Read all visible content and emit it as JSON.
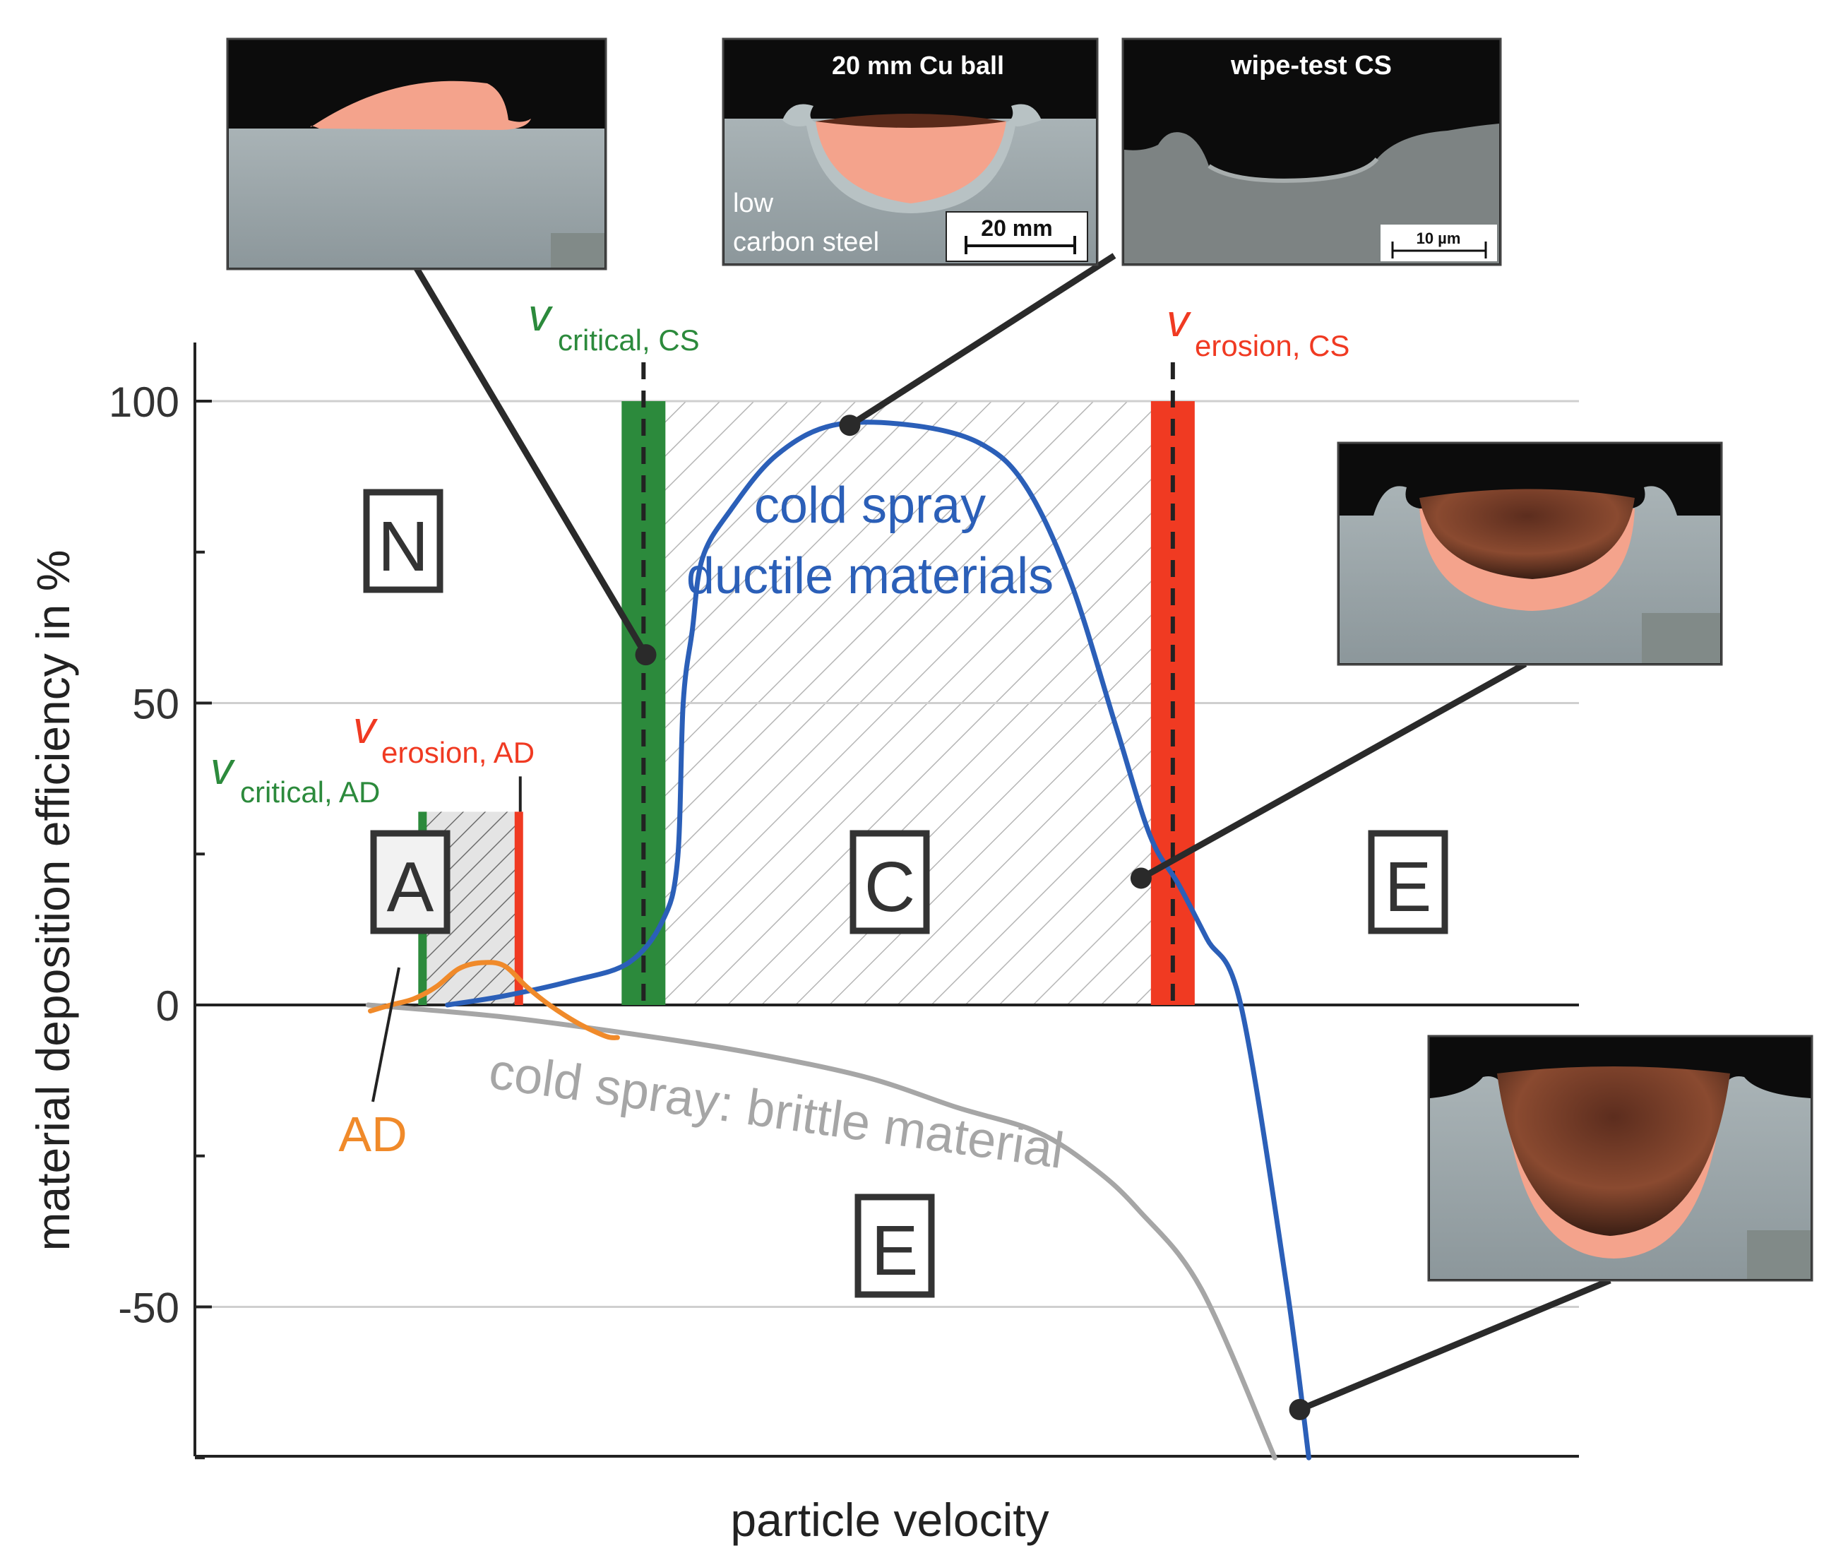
{
  "chart_data": {
    "type": "line",
    "xlabel": "particle velocity",
    "ylabel": "material deposition efficiency in %",
    "xlim": [
      0,
      1000
    ],
    "ylim": [
      -75,
      110
    ],
    "yticks": [
      100,
      50,
      0,
      -50
    ],
    "ytick_labels": [
      "100",
      "50",
      "0",
      "-50"
    ],
    "grid": "horizontal",
    "series": [
      {
        "name": "cold spray ductile materials",
        "color": "#2b5fb8",
        "x": [
          130,
          180,
          240,
          290,
          320,
          333,
          338,
          346,
          355,
          380,
          420,
          470,
          540,
          600,
          640,
          680,
          720,
          750,
          775,
          800,
          830,
          870,
          890
        ],
        "y": [
          0,
          1.5,
          4,
          7,
          14,
          24,
          50,
          62,
          74,
          82,
          91,
          96,
          96,
          93,
          86,
          70,
          46,
          28,
          20,
          11,
          0,
          -46,
          -75
        ]
      },
      {
        "name": "cold spray: brittle material",
        "color": "#a6a6a6",
        "x": [
          60,
          180,
          300,
          400,
          500,
          580,
          650,
          700,
          740,
          795,
          860
        ],
        "y": [
          0,
          -2,
          -5,
          -8,
          -12,
          -17,
          -21,
          -27,
          -34,
          -47,
          -75
        ]
      },
      {
        "name": "AD",
        "color": "#f08a2a",
        "x": [
          62,
          80,
          100,
          120,
          140,
          160,
          180,
          200,
          220,
          245,
          270,
          280
        ],
        "y": [
          -1,
          0,
          1,
          3,
          6,
          7,
          6.5,
          3,
          0,
          -3,
          -5.2,
          -5.4
        ]
      }
    ],
    "markers": [
      {
        "name": "v_critical_CS",
        "x": 303,
        "color": "#2c8a3c"
      },
      {
        "name": "v_erosion_CS",
        "x": 770,
        "color": "#f03a22"
      },
      {
        "name": "v_critical_AD",
        "x": 108,
        "color": "#2c8a3c"
      },
      {
        "name": "v_erosion_AD",
        "x": 193,
        "color": "#f03a22"
      }
    ],
    "callout_points": [
      {
        "x": 305,
        "y": 58
      },
      {
        "x": 485,
        "y": 96
      },
      {
        "x": 742,
        "y": 21
      },
      {
        "x": 882,
        "y": -67
      }
    ]
  },
  "annotations": {
    "v_symbol": "v",
    "critical_cs_sub": "critical, CS",
    "erosion_cs_sub": "erosion, CS",
    "critical_ad_sub": "critical, AD",
    "erosion_ad_sub": "erosion, AD",
    "region_N": "N",
    "region_A": "A",
    "region_C": "C",
    "region_E_right": "E",
    "region_E_bottom": "E",
    "ductile_line1": "cold spray",
    "ductile_line2": "ductile materials",
    "brittle_label": "cold spray: brittle material",
    "ad_label": "AD"
  },
  "insets": {
    "cu_ball_title": "20 mm Cu ball",
    "cu_ball_sub1": "low",
    "cu_ball_sub2": "carbon steel",
    "cu_ball_scale": "20 mm",
    "wipe_title": "wipe-test CS",
    "wipe_scale": "10 µm"
  },
  "colors": {
    "ductile": "#2b5fb8",
    "brittle": "#a6a6a6",
    "ad": "#f08a2a",
    "critical": "#2c8a3c",
    "erosion": "#f03a22",
    "copper": "#f4a38c",
    "steel": "#9aa5a8",
    "inset_bg": "#0c0c0c"
  }
}
